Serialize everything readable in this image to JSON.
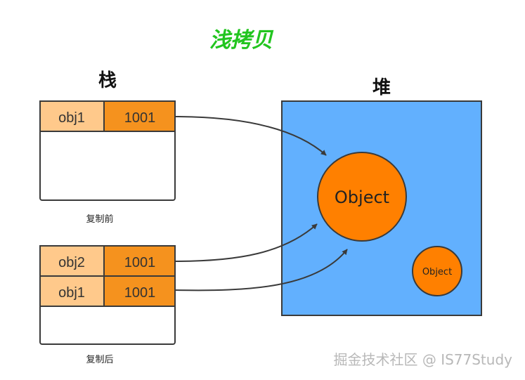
{
  "title": "浅拷贝",
  "stack": {
    "label": "栈",
    "before": {
      "caption": "复制前",
      "rows": [
        {
          "name": "obj1",
          "value": "1001"
        }
      ]
    },
    "after": {
      "caption": "复制后",
      "rows": [
        {
          "name": "obj2",
          "value": "1001"
        },
        {
          "name": "obj1",
          "value": "1001"
        }
      ]
    }
  },
  "heap": {
    "label": "堆",
    "main_object": "Object",
    "small_object": "Object"
  },
  "watermark": "掘金技术社区 @ IS77Study",
  "colors": {
    "title": "#22c51f",
    "name_cell": "#ffc98b",
    "value_cell": "#f5921e",
    "heap_bg": "#62b0fe",
    "object_fill": "#ff8000",
    "border": "#3a3a3a",
    "watermark": "#b8b8b8"
  }
}
